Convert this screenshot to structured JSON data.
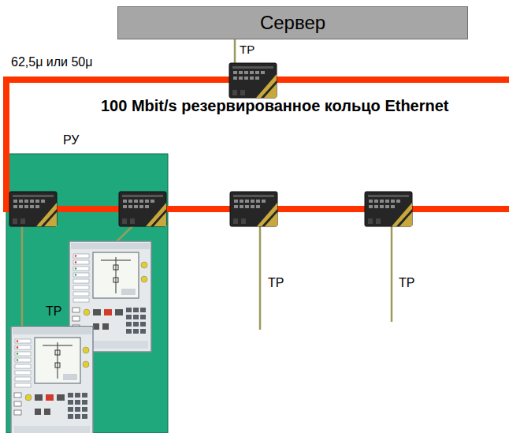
{
  "diagram": {
    "nodes": [
      {
        "text": [
          "Сервер"
        ]
      },
      {
        "text": [
          "РУ"
        ]
      }
    ],
    "labels": [
      "TP",
      "62,5μ или 50μ",
      "100 Mbit/s резервированное кольцо Ethernet",
      "TP",
      "TP",
      "TP"
    ]
  }
}
